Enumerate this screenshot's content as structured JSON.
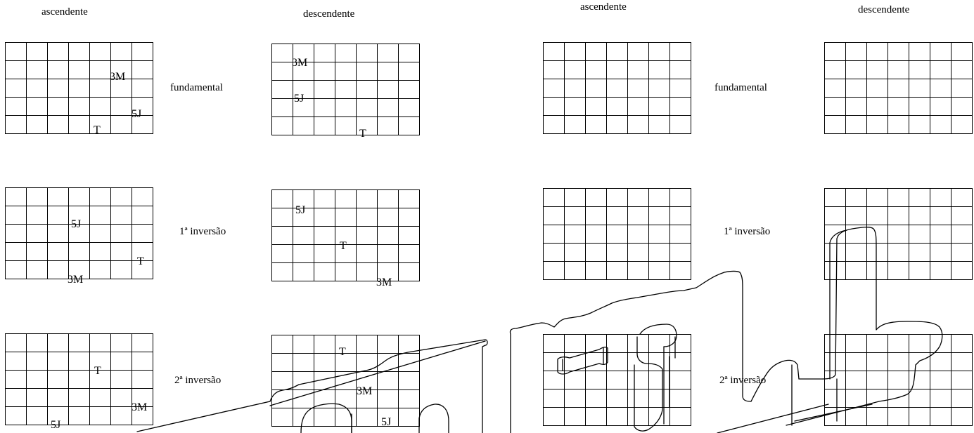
{
  "headers": {
    "left_ascending": "ascendente",
    "left_descending": "descendente",
    "right_ascending": "ascendente",
    "right_descending": "descendente"
  },
  "rows": {
    "row1": "fundamental",
    "row2": "1ª inversão",
    "row3": "2ª inversão"
  },
  "right_rows": {
    "row1": "fundamental",
    "row2": "1ª inversão",
    "row3": "2ª inversão"
  },
  "marks": {
    "asc_fund": {
      "m3": "3M",
      "j5": "5J",
      "t": "T"
    },
    "desc_fund": {
      "m3": "3M",
      "j5": "5J",
      "t": "T"
    },
    "asc_inv1": {
      "j5": "5J",
      "t": "T",
      "m3": "3M"
    },
    "desc_inv1": {
      "j5": "5J",
      "t": "T",
      "m3": "3M"
    },
    "asc_inv2": {
      "t": "T",
      "m3": "3M",
      "j5": "5J"
    },
    "desc_inv2": {
      "t": "T",
      "m3": "3M",
      "j5": "5J"
    }
  },
  "colors": {
    "ink": "#000000",
    "paper": "#ffffff"
  }
}
